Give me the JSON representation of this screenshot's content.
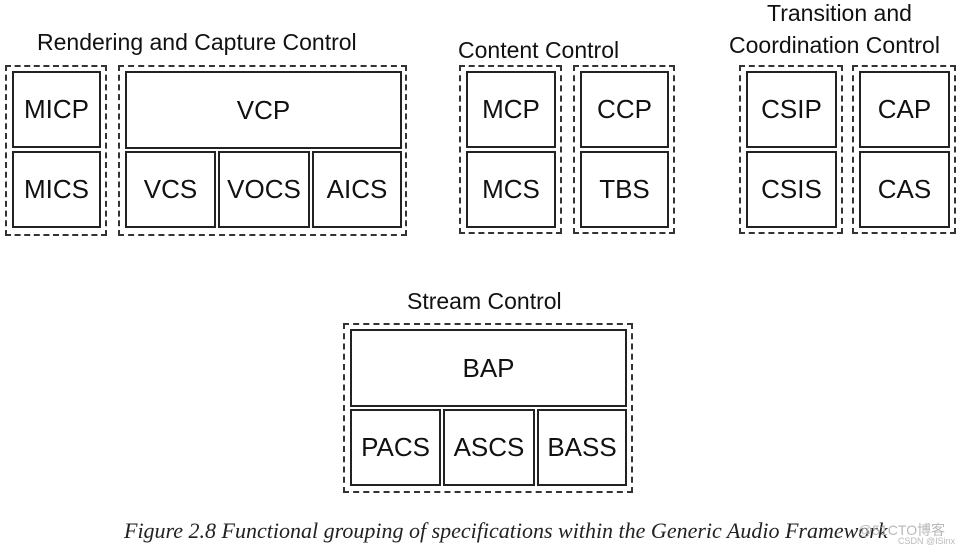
{
  "groups": {
    "rendering": {
      "title": "Rendering and Capture Control",
      "boxes": {
        "micp": "MICP",
        "mics": "MICS",
        "vcp": "VCP",
        "vcs": "VCS",
        "vocs": "VOCS",
        "aics": "AICS"
      }
    },
    "content": {
      "title": "Content Control",
      "boxes": {
        "mcp": "MCP",
        "mcs": "MCS",
        "ccp": "CCP",
        "tbs": "TBS"
      }
    },
    "transition": {
      "title_line1": "Transition and",
      "title_line2": "Coordination Control",
      "boxes": {
        "csip": "CSIP",
        "csis": "CSIS",
        "cap": "CAP",
        "cas": "CAS"
      }
    },
    "stream": {
      "title": "Stream Control",
      "boxes": {
        "bap": "BAP",
        "pacs": "PACS",
        "ascs": "ASCS",
        "bass": "BASS"
      }
    }
  },
  "caption": "Figure 2.8  Functional grouping of specifications within the Generic Audio Framework",
  "watermark": "@51CTO博客",
  "watermark_small": "CSDN @ISinx"
}
